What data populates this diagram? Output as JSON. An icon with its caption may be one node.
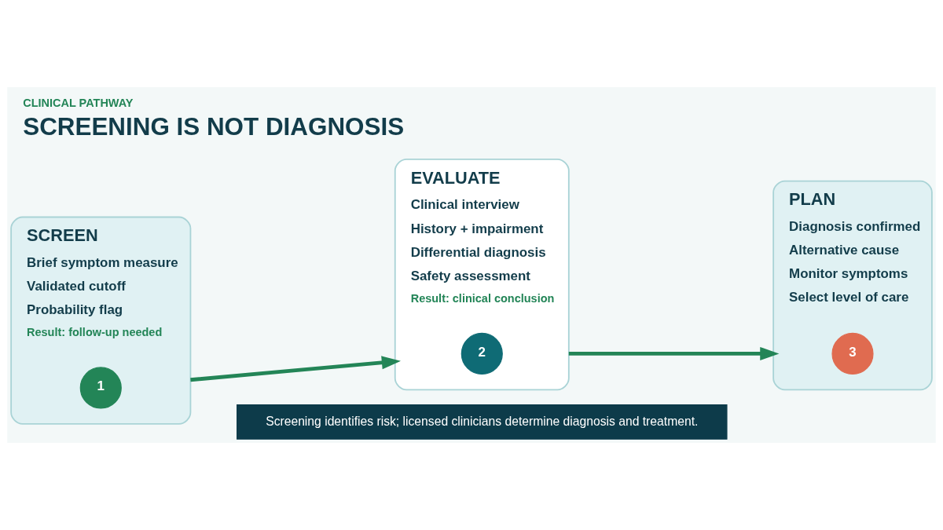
{
  "diagram": {
    "title": "SCREENING IS NOT DIAGNOSIS",
    "caption": "Screening identifies risk; licensed clinicians determine diagnosis and treatment.",
    "nodes": [
      {
        "text": [
          "SCREEN",
          "Brief symptom measure",
          "Validated cutoff",
          "Probability flag",
          "Result: follow-up needed"
        ]
      },
      {
        "text": [
          "1"
        ],
        "in": 0
      },
      {
        "text": [
          "EVALUATE",
          "Clinical interview",
          "History + impairment",
          "Differential diagnosis",
          "Safety assessment",
          "Result: clinical conclusion"
        ]
      },
      {
        "text": [
          "2"
        ],
        "in": 2
      },
      {
        "text": [
          "PLAN",
          "Diagnosis confirmed",
          "Alternative cause",
          "Monitor symptoms",
          "Select level of care"
        ]
      },
      {
        "text": [
          "3"
        ],
        "in": 4
      }
    ],
    "edges": [
      {
        "from": 0,
        "to": 2,
        "arrow": "to"
      },
      {
        "from": 2,
        "to": 4,
        "arrow": "to"
      }
    ],
    "labels": [
      "CLINICAL PATHWAY"
    ]
  }
}
